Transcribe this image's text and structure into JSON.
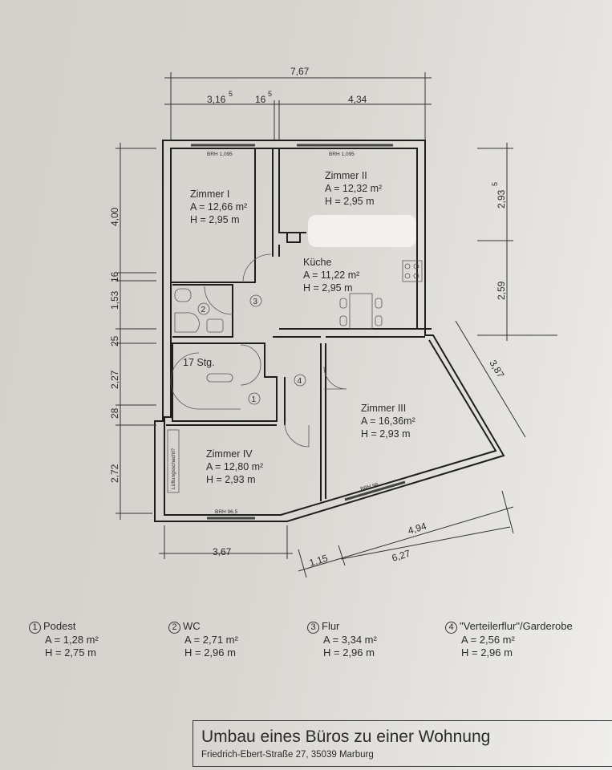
{
  "plan": {
    "rooms": [
      {
        "name": "Zimmer I",
        "area": "A = 12,66 m²",
        "height": "H = 2,95 m"
      },
      {
        "name": "Zimmer II",
        "area": "A = 12,32 m²",
        "height": "H = 2,95 m"
      },
      {
        "name": "Küche",
        "area": "A = 11,22 m²",
        "height": "H = 2,95 m"
      },
      {
        "name": "Zimmer III",
        "area": "A = 16,36m²",
        "height": "H = 2,93 m"
      },
      {
        "name": "Zimmer IV",
        "area": "A = 12,80 m²",
        "height": "H = 2,93 m"
      }
    ],
    "markers": [
      "1",
      "2",
      "3",
      "4"
    ],
    "stairs": "17 Stg.",
    "shaft": "Lüftungsschacht?",
    "windows": [
      "BRH 1,095",
      "BRH 1,095",
      "BRH 96,5",
      "BRH 98"
    ],
    "dimensions": {
      "top_total": "7,67",
      "top_left": "3,16",
      "top_left_sup": "5",
      "top_mid": "16",
      "top_mid_sup": "5",
      "top_right": "4,34",
      "left": [
        "4,00",
        "16",
        "1,53",
        "25",
        "2,27",
        "28",
        "2,72"
      ],
      "right": [
        "2,93",
        "2,59"
      ],
      "right_sup": "5",
      "diagonal": "3,87",
      "bottom_left": "3,67",
      "bottom_a": "1,15",
      "bottom_b": "6,27",
      "bottom_c": "4,94"
    }
  },
  "legend": [
    {
      "num": "1",
      "name": "Podest",
      "area": "A = 1,28 m²",
      "height": "H = 2,75 m"
    },
    {
      "num": "2",
      "name": "WC",
      "area": "A = 2,71 m²",
      "height": "H = 2,96 m"
    },
    {
      "num": "3",
      "name": "Flur",
      "area": "A = 3,34 m²",
      "height": "H = 2,96 m"
    },
    {
      "num": "4",
      "name": "\"Verteilerflur\"/Garderobe",
      "area": "A = 2,56 m²",
      "height": "H = 2,96 m"
    }
  ],
  "title_block": {
    "title": "Umbau eines Büros zu einer Wohnung",
    "address": "Friedrich-Ebert-Straße 27, 35039 Marburg"
  }
}
